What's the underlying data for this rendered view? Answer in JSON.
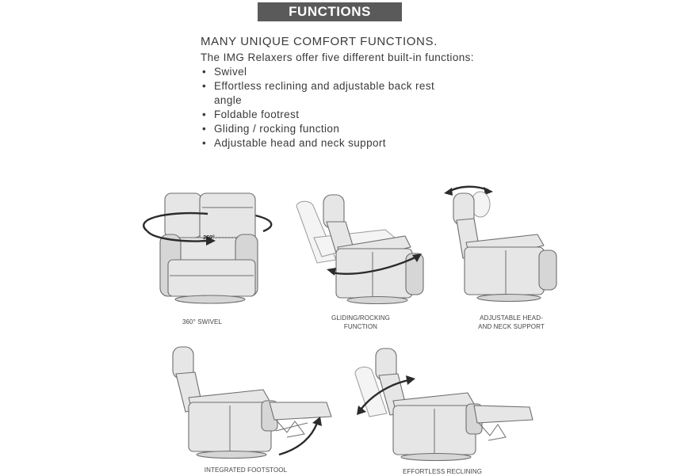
{
  "header": {
    "title": "FUNCTIONS"
  },
  "intro": {
    "heading": "MANY UNIQUE COMFORT FUNCTIONS.",
    "text": "The IMG Relaxers offer five different built-in functions:",
    "items": [
      "Swivel",
      "Effortless reclining and adjustable back rest angle",
      "Foldable footrest",
      "Gliding / rocking function",
      "Adjustable head and neck support"
    ]
  },
  "figures": {
    "swivel": {
      "caption": "360° SWIVEL",
      "badge": "360°"
    },
    "gliding": {
      "caption_line1": "GLIDING/ROCKING",
      "caption_line2": "FUNCTION"
    },
    "headrest": {
      "caption_line1": "ADJUSTABLE HEAD-",
      "caption_line2": "AND NECK SUPPORT"
    },
    "footstool": {
      "caption": "INTEGRATED FOOTSTOOL"
    },
    "reclining": {
      "caption": "EFFORTLESS RECLINING"
    }
  }
}
